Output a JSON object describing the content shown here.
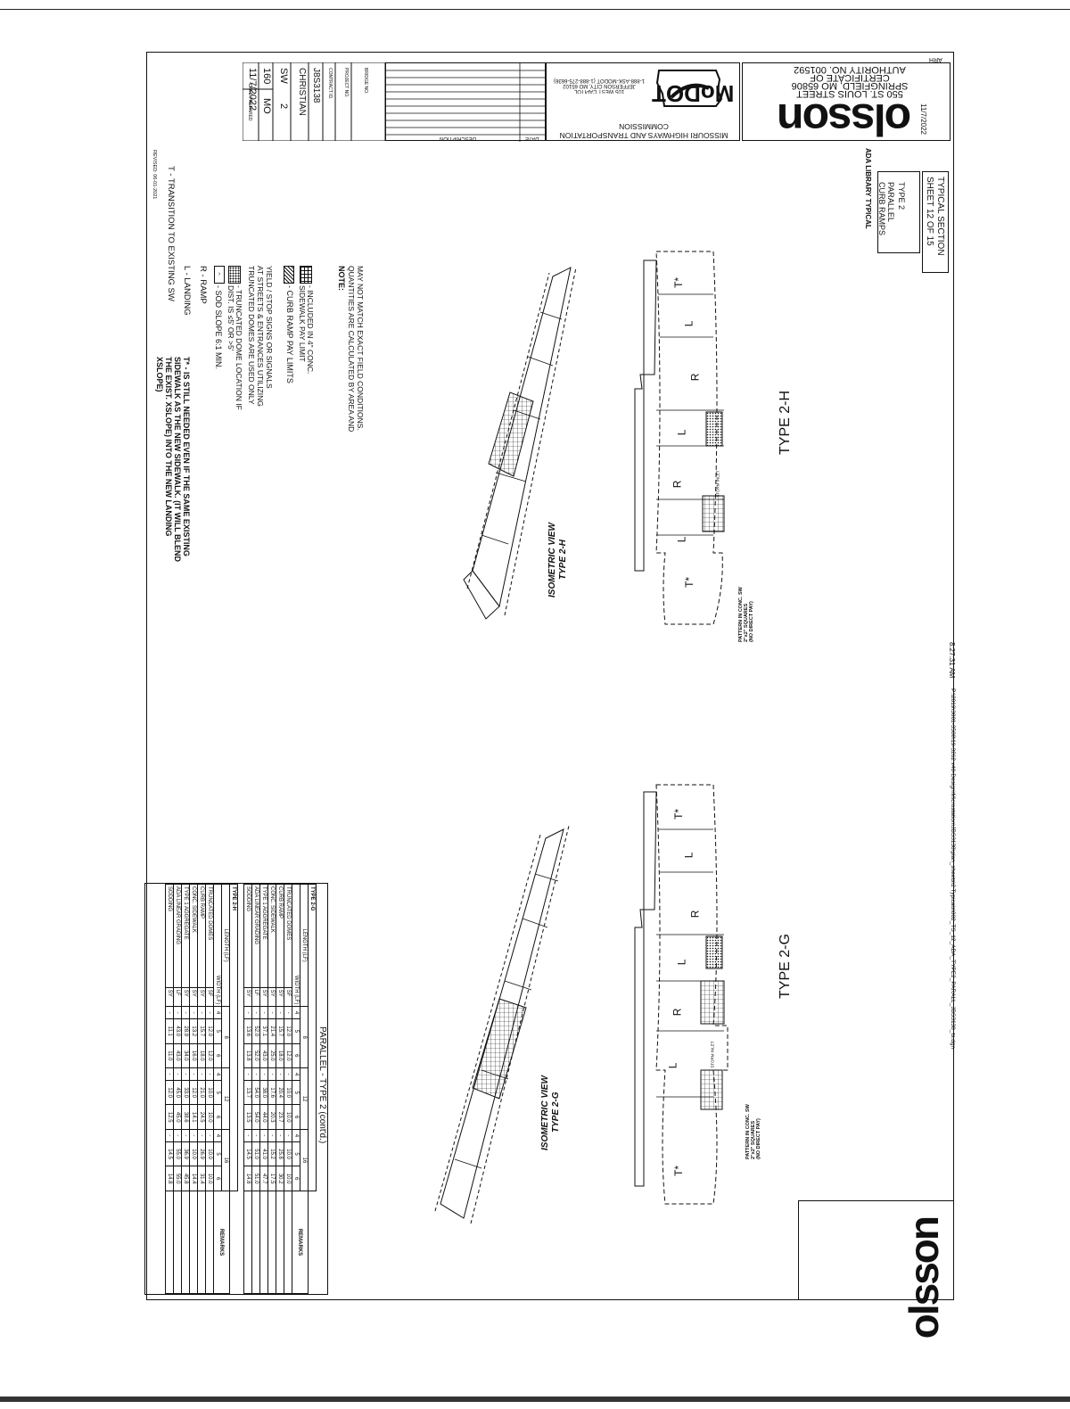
{
  "sheet": {
    "title_lines": [
      "ADA LIBRARY TYPICAL",
      "TYPE 2",
      "PARALLEL",
      "CURB RAMPS"
    ],
    "section": "TYPICAL SECTION",
    "sheet_of": "SHEET 12 OF 15",
    "revised": "REVISED: 06-01-2021",
    "plot_date": "11/7/2022",
    "time": "8:27:31 AM",
    "file_path": "P:\\2019\\3001-3500\\19-3262 x40-Design\\Microstation\\JBS3138\\plan_sheets\\2 Typicals\\002_TS_12_ADA_TYPE2_PARALL_JBS3138_ts.dgn"
  },
  "firm": {
    "logo": "olsson",
    "address": "550 ST. LOUIS STREET",
    "city": "SPRINGFIELD, MO 65806",
    "cert_line1": "CERTIFICATE OF",
    "cert_line2": "AUTHORITY NO. 001592",
    "initials": "ARH"
  },
  "agency": {
    "name": "MISSOURI HIGHWAYS AND TRANSPORTATION",
    "name2": "COMMISSION",
    "logo": "MoDOT",
    "addr1": "105 WEST CAPITOL",
    "addr2": "JEFFERSON CITY, MO 65102",
    "phone": "1-888-ASK-MODOT (1-888-275-6636)",
    "date_label": "DATE",
    "desc_label": "DESCRIPTION"
  },
  "project_info": {
    "date_prepared_label": "DATE PREPARED",
    "date_prepared": "11/7/2022",
    "route_label": "ROUTE",
    "route": "160",
    "state_label": "STATE",
    "state": "MO",
    "district_label": "DISTRICT",
    "district": "SW",
    "sheet_no_label": "SHEET NO.",
    "sheet_no": "2",
    "county_label": "COUNTY",
    "county": "CHRISTIAN",
    "job_label": "JOB NO.",
    "job": "J8S3138",
    "contract_label": "CONTRACT ID.",
    "project_label": "PROJECT NO.",
    "bridge_label": "BRIDGE NO."
  },
  "legend": {
    "note_star": "T* - IS STILL NEEDED EVEN IF THE SAME EXISTING SIDEWALK AS THE NEW SIDEWALK. (IT WILL BLEND THE EXIST. XSLOPE) INTO THE NEW LANDING XSLOPE)",
    "t": "T - TRANSITION TO EXISTING SW",
    "l": "L - LANDING",
    "r": "R - RAMP",
    "sod": "- SOD SLOPE 6:1 MIN.",
    "dome": "- TRUNCATED DOME LOCATION IF DIST. IS ≤5' OR >5'",
    "dome_note1": "TRUNCATED DOMES ARE USED ONLY",
    "dome_note2": "AT STREETS & ENTRANCES UTILIZING",
    "dome_note3": "YIELD / STOP SIGNS OR SIGNALS",
    "pay": "- CURB RAMP PAY LIMITS",
    "sidewalk": "- INCLUDED IN 4\" CONC. SIDEWALK PAY LIMIT",
    "note_label": "NOTE:",
    "note1": "QUANTITIES ARE CALCULATED BY AREA AND",
    "note2": "MAY NOT MATCH EXACT FIELD CONDITIONS."
  },
  "quantities": {
    "title": "PARALLEL - TYPE 2 (cont'd.)",
    "remarks": "REMARKS",
    "lengths": [
      "8",
      "12",
      "16"
    ],
    "widths": [
      "4",
      "5",
      "6",
      "4",
      "5",
      "6",
      "4",
      "5",
      "6"
    ],
    "tables": [
      {
        "name": "TYPE 2-G",
        "length_label": "LENGTH (LF)",
        "width_label": "WIDTH (LF)",
        "rows": [
          {
            "item": "TRUNCATED DOMES",
            "unit": "SF",
            "vals": [
              "-",
              "12.0",
              "12.0",
              "-",
              "10.0",
              "10.0",
              "-",
              "10.0",
              "10.0"
            ]
          },
          {
            "item": "CURB RAMP",
            "unit": "SY",
            "vals": [
              "-",
              "15.7",
              "18.0",
              "-",
              "20.4",
              "23.7",
              "-",
              "25.8",
              "30.2"
            ]
          },
          {
            "item": "CONC. SIDEWALK",
            "unit": "SY",
            "vals": [
              "-",
              "21.4",
              "25.0",
              "-",
              "17.6",
              "20.3",
              "-",
              "15.2",
              "17.5"
            ]
          },
          {
            "item": "TYPE 1 AGGREGATE",
            "unit": "SY",
            "vals": [
              "-",
              "37.1",
              "43.0",
              "-",
              "38.0",
              "44.0",
              "-",
              "41.0",
              "47.7"
            ]
          },
          {
            "item": "ADA LINEAR GRADING",
            "unit": "LF",
            "vals": [
              "-",
              "52.0",
              "52.0",
              "-",
              "54.0",
              "54.0",
              "-",
              "51.0",
              "51.0"
            ]
          },
          {
            "item": "SODDING",
            "unit": "SY",
            "vals": [
              "-",
              "13.6",
              "13.8",
              "-",
              "13.7",
              "13.5",
              "-",
              "14.5",
              "14.8"
            ]
          }
        ]
      },
      {
        "name": "TYPE 2-H",
        "length_label": "LENGTH (LF)",
        "width_label": "WIDTH (LF)",
        "rows": [
          {
            "item": "TRUNCATED DOMES",
            "unit": "SF",
            "vals": [
              "-",
              "12.0",
              "12.0",
              "-",
              "10.0",
              "10.0",
              "-",
              "10.0",
              "10.0"
            ]
          },
          {
            "item": "CURB RAMP",
            "unit": "SY",
            "vals": [
              "-",
              "15.7",
              "18.0",
              "-",
              "21.0",
              "24.5",
              "-",
              "26.9",
              "31.4"
            ]
          },
          {
            "item": "CONC. SIDEWALK",
            "unit": "SY",
            "vals": [
              "-",
              "13.2",
              "16.0",
              "-",
              "12.0",
              "14.1",
              "-",
              "10.0",
              "14.4"
            ]
          },
          {
            "item": "TYPE 1 AGGREGATE",
            "unit": "SY",
            "vals": [
              "-",
              "28.9",
              "34.0",
              "-",
              "33.0",
              "38.6",
              "-",
              "36.9",
              "45.8"
            ]
          },
          {
            "item": "ADA LINEAR GRADING",
            "unit": "LF",
            "vals": [
              "-",
              "43.0",
              "43.0",
              "-",
              "45.0",
              "45.0",
              "-",
              "55.0",
              "55.0"
            ]
          },
          {
            "item": "SODDING",
            "unit": "SY",
            "vals": [
              "-",
              "11.1",
              "11.0",
              "-",
              "12.0",
              "12.5",
              "-",
              "14.5",
              "14.8"
            ]
          }
        ]
      }
    ]
  },
  "drawings": {
    "type_2h": "TYPE 2-H",
    "type_2g": "TYPE 2-G",
    "iso_2h_1": "ISOMETRIC VIEW",
    "iso_2h_2": "TYPE 2-H",
    "iso_2g_1": "ISOMETRIC VIEW",
    "iso_2g_2": "TYPE 2-G",
    "pattern1": "PATTERN IN CONC. SW",
    "pattern2": "2\"x2\" SQUARES",
    "pattern3": "(NO DIRECT PAY)",
    "storm": "STORM INLET",
    "labels": [
      "T*",
      "L",
      "R",
      "L",
      "R",
      "L",
      "T*"
    ]
  }
}
